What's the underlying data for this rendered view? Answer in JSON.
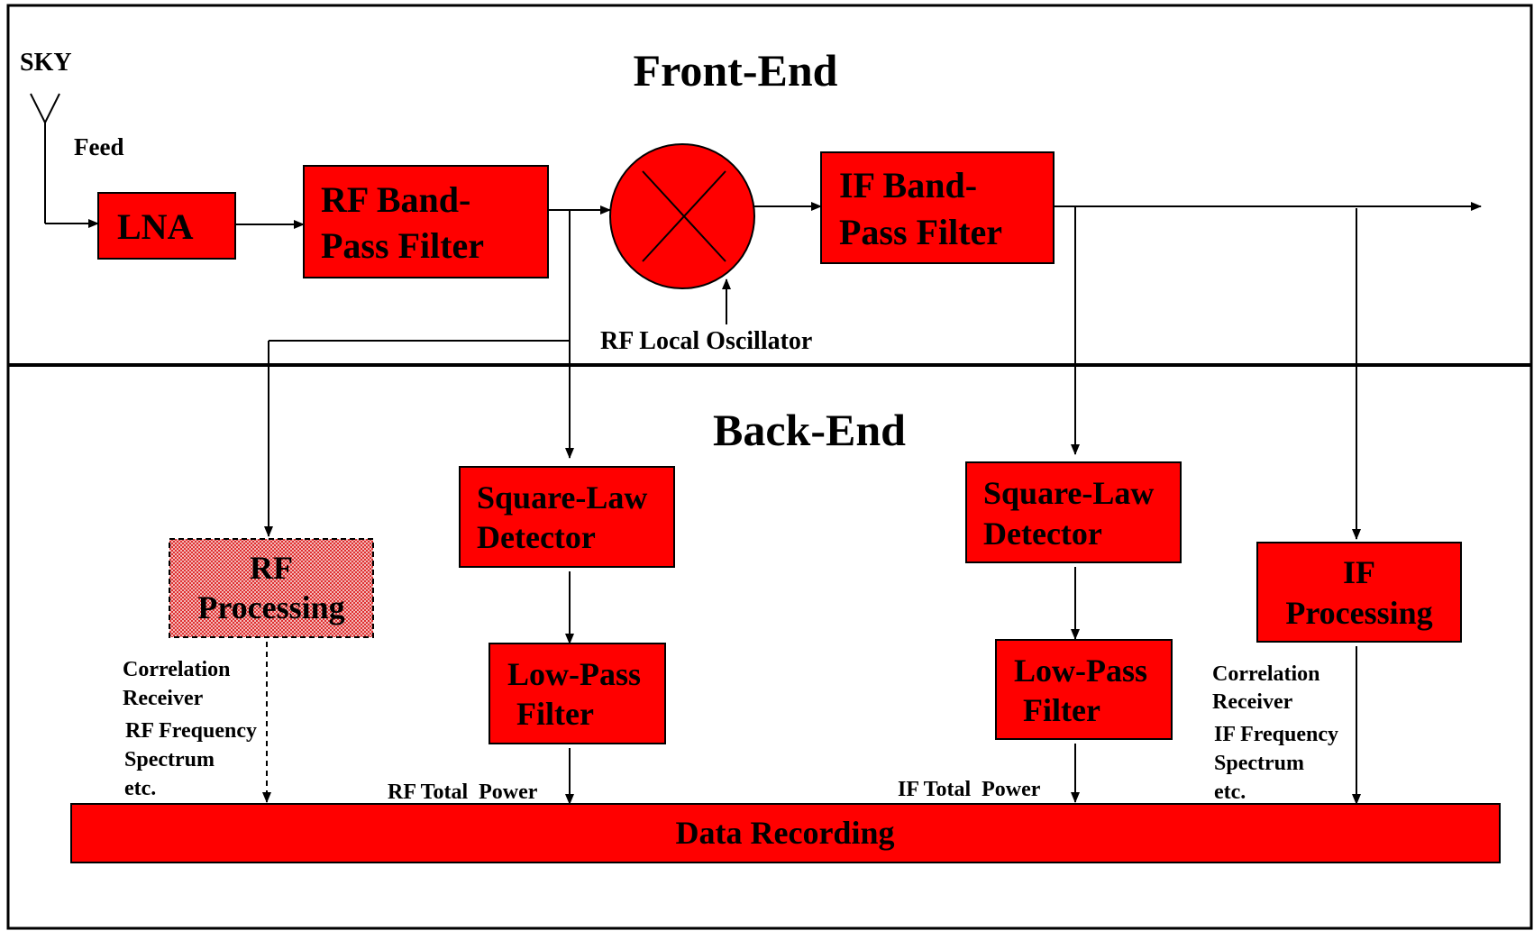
{
  "sections": {
    "front_end": "Front-End",
    "back_end": "Back-End"
  },
  "labels": {
    "sky": "SKY",
    "feed": "Feed",
    "local_oscillator": "RF Local Oscillator",
    "rf_total_power": "RF Total  Power",
    "if_total_power": "IF Total  Power",
    "rf_notes": [
      "Correlation",
      "Receiver",
      "RF Frequency",
      "Spectrum",
      "etc."
    ],
    "if_notes": [
      "Correlation",
      "Receiver",
      "IF Frequency",
      "Spectrum",
      "etc."
    ]
  },
  "blocks": {
    "lna": "LNA",
    "rf_bandpass": [
      "RF Band-",
      "Pass Filter"
    ],
    "if_bandpass": [
      "IF Band-",
      "Pass Filter"
    ],
    "rf_detector": [
      "Square-Law",
      "Detector"
    ],
    "if_detector": [
      "Square-Law",
      "Detector"
    ],
    "rf_lowpass": [
      "Low-Pass",
      "Filter"
    ],
    "if_lowpass": [
      "Low-Pass",
      "Filter"
    ],
    "rf_processing": [
      "RF",
      "Processing"
    ],
    "if_processing": [
      "IF",
      "Processing"
    ],
    "data_recording": "Data Recording"
  },
  "colors": {
    "block_fill": "#ff0000",
    "rf_processing_fill": "#e8a0a0",
    "line": "#000000"
  },
  "icons": {
    "antenna": "antenna-icon",
    "mixer": "mixer-icon"
  }
}
